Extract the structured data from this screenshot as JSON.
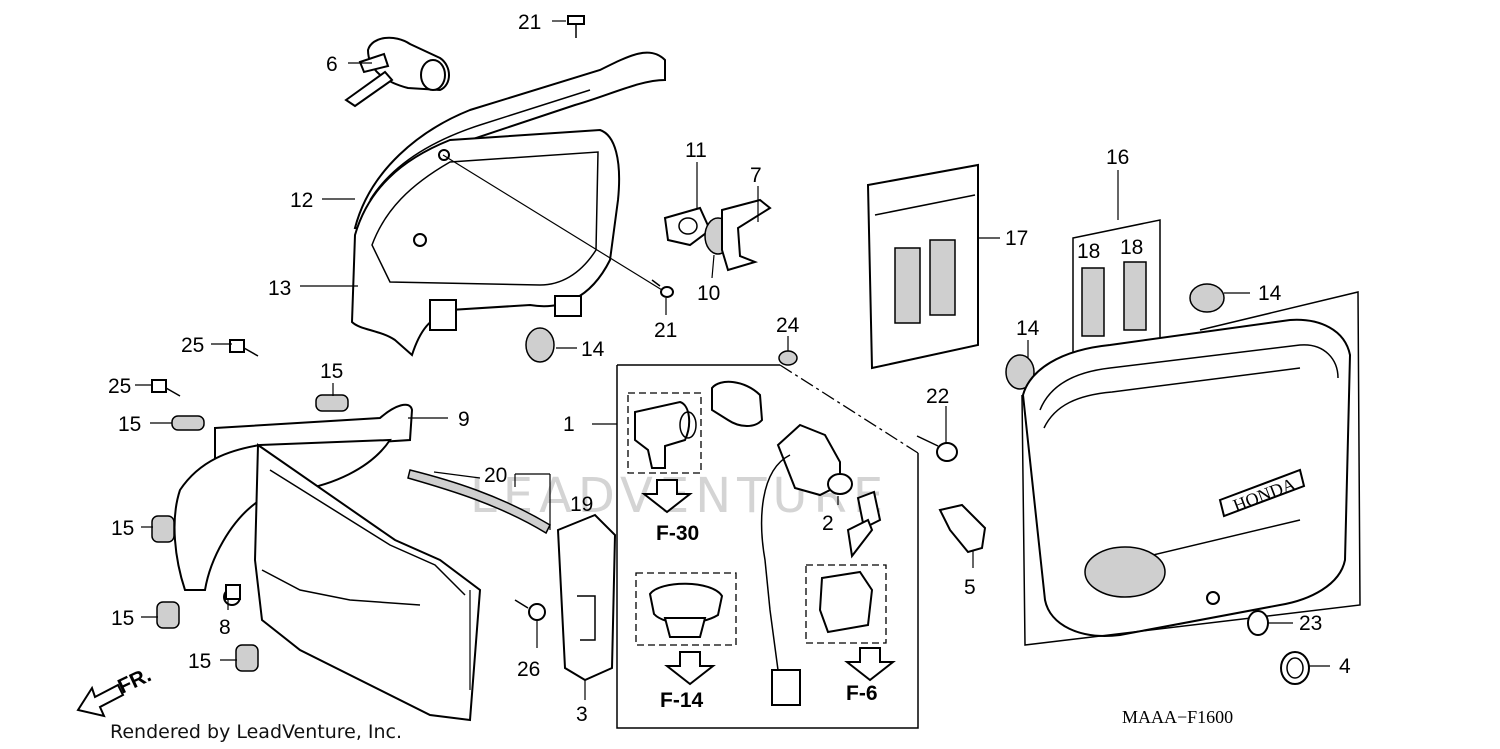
{
  "diagram": {
    "footer_credit": "Rendered by LeadVenture, Inc.",
    "diagram_code": "MAAA−F1600",
    "watermark": "LEADVENTURE",
    "front_indicator": "FR.",
    "labels": {
      "l1": "1",
      "l2": "2",
      "l3": "3",
      "l4": "4",
      "l5": "5",
      "l6": "6",
      "l7": "7",
      "l8": "8",
      "l9": "9",
      "l10": "10",
      "l11": "11",
      "l12": "12",
      "l13": "13",
      "l14a": "14",
      "l14b": "14",
      "l14c": "14",
      "l15a": "15",
      "l15b": "15",
      "l15c": "15",
      "l15d": "15",
      "l15e": "15",
      "l16": "16",
      "l17": "17",
      "l18a": "18",
      "l18b": "18",
      "l19": "19",
      "l20": "20",
      "l21a": "21",
      "l21b": "21",
      "l22": "22",
      "l23": "23",
      "l24": "24",
      "l25a": "25",
      "l25b": "25",
      "l26": "26"
    },
    "references": {
      "f30": "F-30",
      "f14": "F-14",
      "f6": "F-6"
    },
    "emblem_text": "HONDA"
  }
}
